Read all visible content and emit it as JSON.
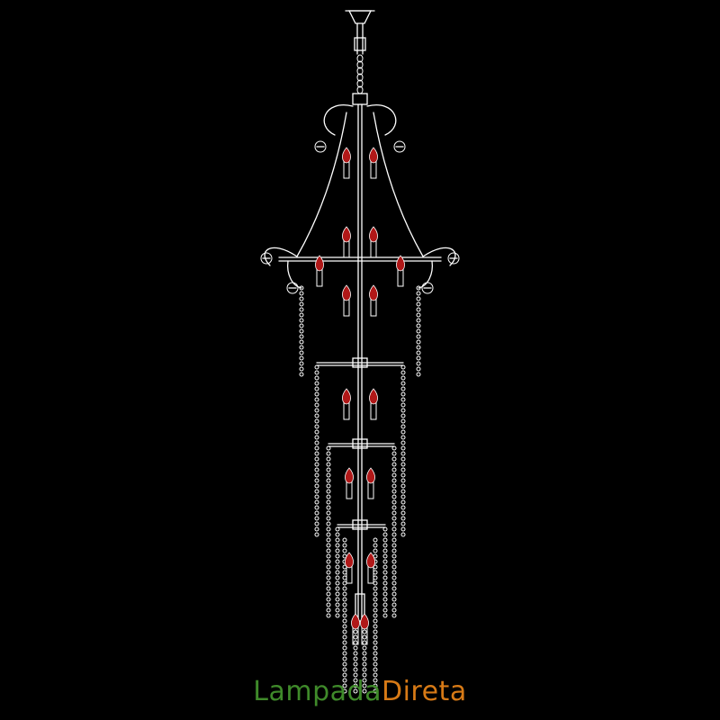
{
  "drawing": {
    "subject": "chandelier-elevation",
    "line_color": "#ffffff",
    "bulb_color": "#b01818",
    "background": "#000000",
    "tiers": 5
  },
  "watermark": {
    "part1": "Lampada",
    "part2": "Direta",
    "color1": "#3f8a2a",
    "color2": "#d77a16"
  }
}
